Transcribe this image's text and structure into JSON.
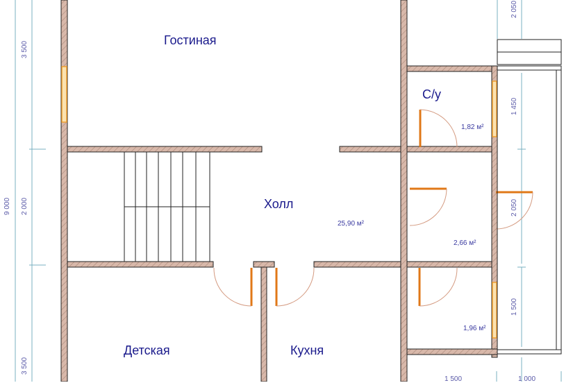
{
  "colors": {
    "wall_fill": "#d8b8aa",
    "wall_hatch": "#a88878",
    "wall_outline": "#222222",
    "window": "#f0a030",
    "door": "#e07818",
    "door_arc": "#d49a80",
    "room_text": "#1a1a8c",
    "area_text": "#3a3aa0",
    "dim_line": "#7ab0c0",
    "dim_text": "#5a5aa8"
  },
  "rooms": {
    "living_room": {
      "label": "Гостиная"
    },
    "hall": {
      "label": "Холл",
      "area": "25,90 м²"
    },
    "bathroom": {
      "label": "С/у",
      "area": "1,82 м²"
    },
    "corridor": {
      "area": "2,66 м²"
    },
    "storage": {
      "area": "1,96 м²"
    },
    "kids_room": {
      "label": "Детская"
    },
    "kitchen": {
      "label": "Кухня"
    }
  },
  "dimensions": {
    "left_total": "9 000",
    "left_top": "3 500",
    "left_middle": "2 000",
    "left_bottom": "3 500",
    "right_top": "2 050",
    "right_bath": "1 450",
    "right_middle": "2 050",
    "right_bottom": "1 500",
    "bottom_left": "1 500",
    "bottom_right": "1 000"
  }
}
